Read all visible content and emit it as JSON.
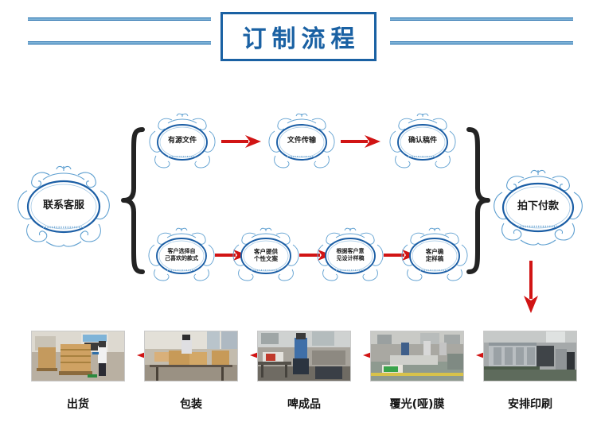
{
  "header": {
    "title": "订制流程",
    "decoration_color": "#1a61a3",
    "line_left_name": "double-rule-left",
    "line_right_name": "double-rule-right"
  },
  "flow": {
    "start_node": {
      "line1": "联系客服"
    },
    "end_node": {
      "line1": "拍下付款"
    },
    "top_row": [
      {
        "line1": "有源文件"
      },
      {
        "line1": "文件传输"
      },
      {
        "line1": "确认稿件"
      }
    ],
    "bottom_row": [
      {
        "line1": "客户选择自",
        "line2": "己喜欢的款式"
      },
      {
        "line1": "客户提供",
        "line2": "个性文案"
      },
      {
        "line1": "根据客户意",
        "line2": "见设计样稿"
      },
      {
        "line1": "客户确",
        "line2": "定样稿"
      }
    ],
    "brace_left": "{",
    "brace_right": "}",
    "arrow_color": "#d11414",
    "oval_color": "#1b5ea5",
    "ornament_color": "#5e9fd0"
  },
  "production": {
    "steps": [
      {
        "caption": "出货",
        "icon": "warehouse-pallet-photo"
      },
      {
        "caption": "包装",
        "icon": "packing-table-photo"
      },
      {
        "caption": "啤成品",
        "icon": "die-cutting-machine-photo"
      },
      {
        "caption": "覆光(哑)膜",
        "icon": "lamination-floor-photo"
      },
      {
        "caption": "安排印刷",
        "icon": "offset-press-photo"
      }
    ]
  }
}
